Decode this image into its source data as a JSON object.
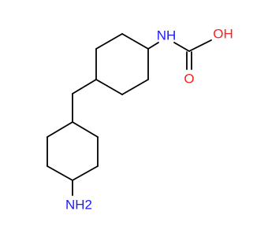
{
  "molecule": {
    "atoms": {
      "amide_n": {
        "label": "NH",
        "color": "#1a1aff"
      },
      "carbonyl_o": {
        "label": "O",
        "color": "#ff2020"
      },
      "hydroxyl": {
        "label": "OH",
        "color": "#ff2020"
      },
      "amine": {
        "label": "NH2",
        "color": "#1a1aff"
      }
    },
    "bond_color": "#000000"
  }
}
